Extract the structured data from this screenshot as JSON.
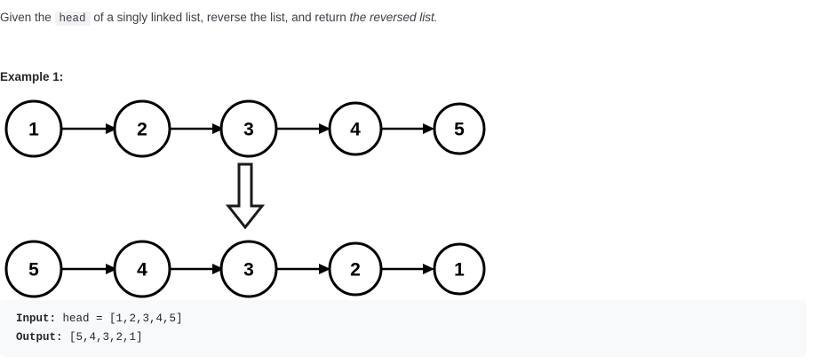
{
  "problem": {
    "text_before_token": "Given the ",
    "code_token": "head",
    "text_after_token": " of a singly linked list, reverse the list, and return ",
    "emphasis": "the reversed list."
  },
  "example": {
    "heading": "Example 1:"
  },
  "diagram": {
    "before": {
      "nodes": [
        "1",
        "2",
        "3",
        "4",
        "5"
      ],
      "arrow_direction": "right"
    },
    "transform_arrow": {
      "direction": "down",
      "style": "hollow-block"
    },
    "after": {
      "nodes": [
        "5",
        "4",
        "3",
        "2",
        "1"
      ],
      "arrow_direction": "right"
    }
  },
  "io": {
    "input_key": "Input:",
    "input_value": " head = [1,2,3,4,5]",
    "output_key": "Output:",
    "output_value": " [5,4,3,2,1]"
  },
  "colors": {
    "page_background": "#ffffff",
    "body_text": "#3e3e46",
    "heading_text": "#262626",
    "inline_code_background": "#f1f2f4",
    "code_block_background": "#f7f9fb",
    "stroke": "#000000"
  }
}
